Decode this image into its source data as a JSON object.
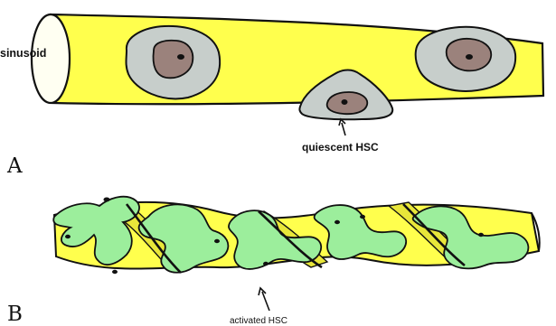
{
  "labels": {
    "sinusoid": "sinusoid",
    "quiescent": "quiescent HSC",
    "activated": "activated HSC",
    "panel_a": "A",
    "panel_b": "B"
  },
  "colors": {
    "vessel_fill": "#ffff4d",
    "vessel_shade": "#e8e63a",
    "vessel_end": "#fffff2",
    "cell_cytoplasm": "#c7cecb",
    "nucleus": "#9b827c",
    "nucleolus": "#111111",
    "activated_cell": "#9cee9c",
    "outline": "#111111"
  }
}
